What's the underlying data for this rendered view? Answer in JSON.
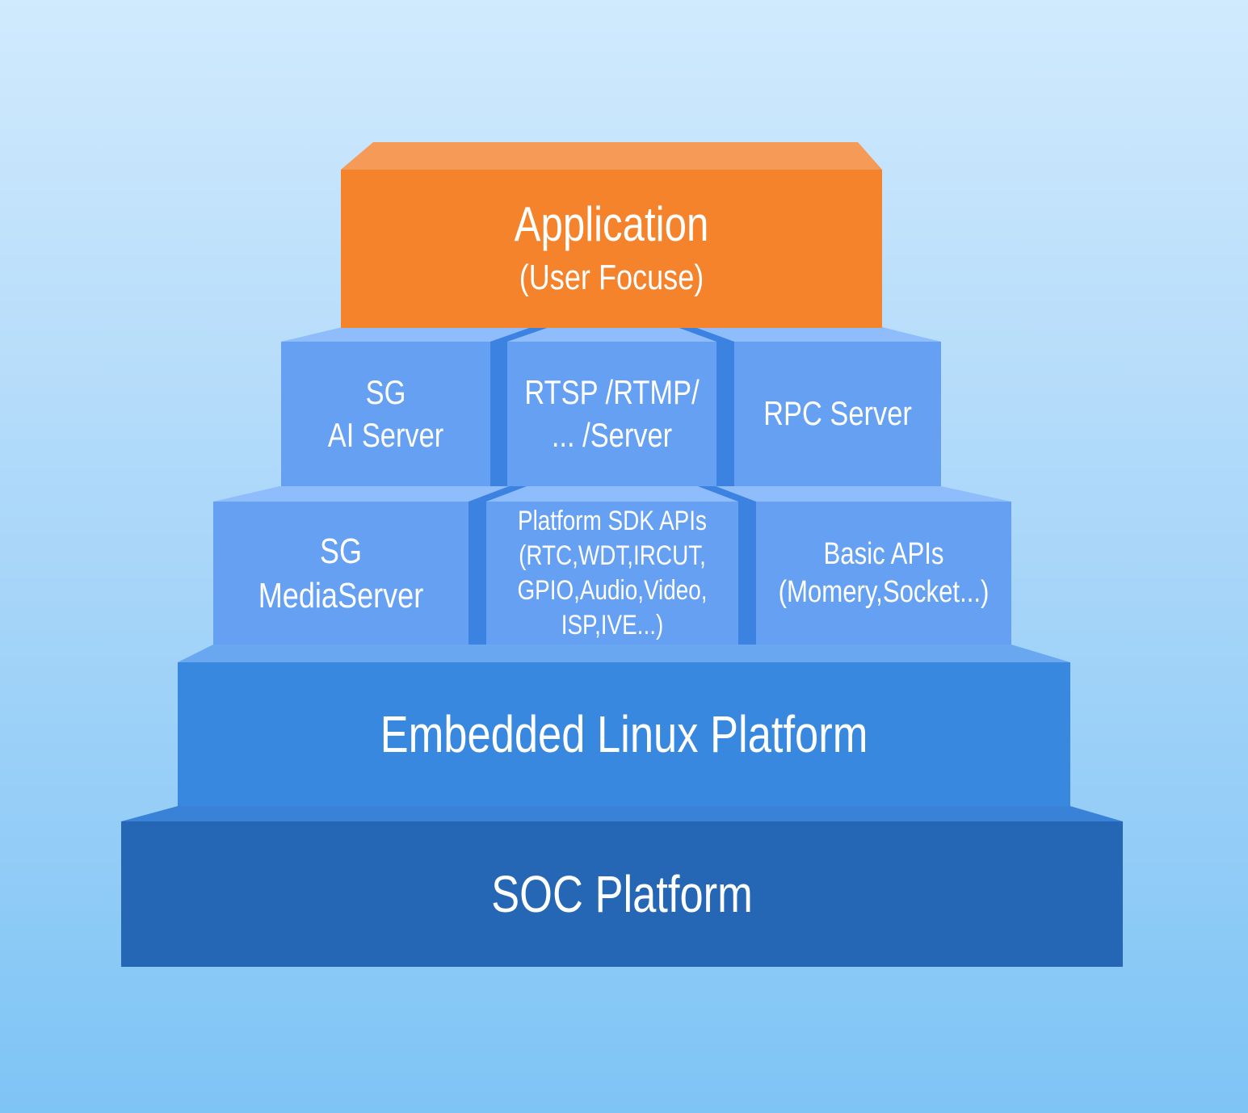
{
  "colors": {
    "application": "#f5832c",
    "application_top": "#f69a58",
    "middle": "#65a0f3",
    "middle_top": "#8fbdfb",
    "separator": "#3c82e1",
    "embedded": "#3988e0",
    "embedded_top": "#69a7f0",
    "soc": "#2567b5",
    "soc_top": "#3a82d8"
  },
  "layers": {
    "application": {
      "title": "Application",
      "subtitle": "(User Focuse)"
    },
    "servers": [
      {
        "line1": "SG",
        "line2": "AI Server"
      },
      {
        "line1": "RTSP /RTMP/",
        "line2": "... /Server"
      },
      {
        "line1": "RPC Server"
      }
    ],
    "apis": [
      {
        "line1": "SG",
        "line2": "MediaServer"
      },
      {
        "line1": "Platform SDK APIs",
        "line2": "(RTC,WDT,IRCUT,",
        "line3": "GPIO,Audio,Video,",
        "line4": "ISP,IVE...)"
      },
      {
        "line1": "Basic APIs",
        "line2": "(Momery,Socket...)"
      }
    ],
    "embedded": {
      "title": "Embedded Linux Platform"
    },
    "soc": {
      "title": "SOC Platform"
    }
  }
}
